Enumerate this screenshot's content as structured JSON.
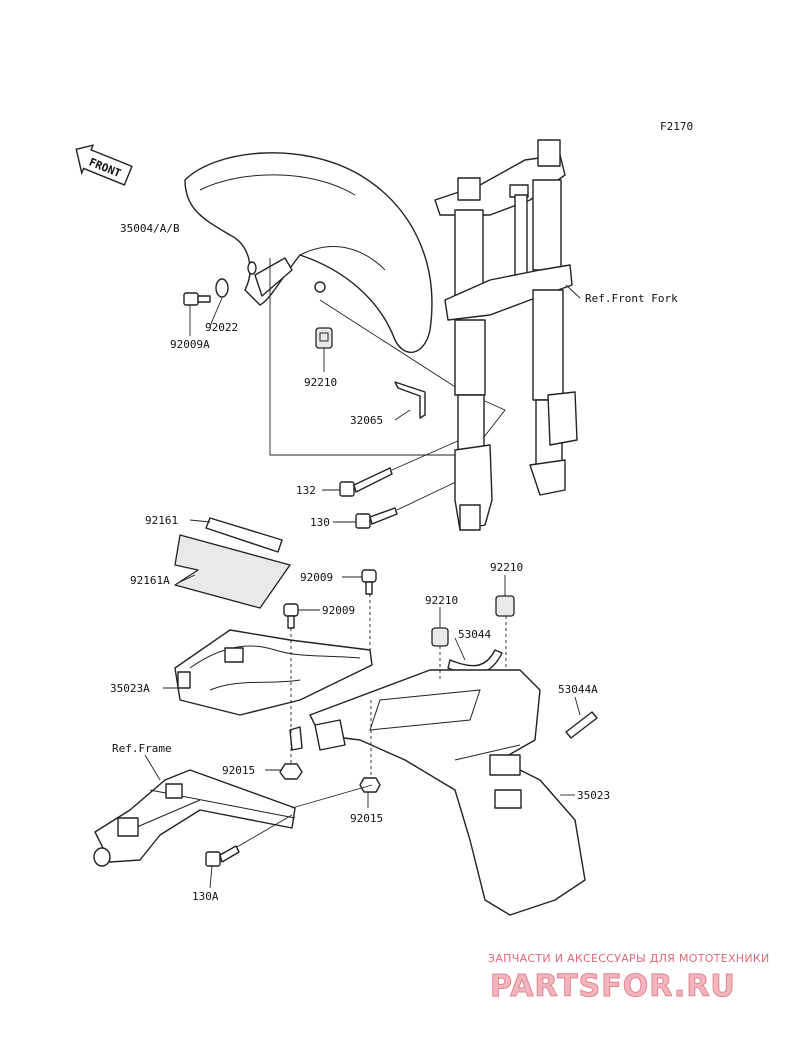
{
  "diagram": {
    "code": "F2170",
    "front_arrow": "FRONT",
    "labels": {
      "p35004": "35004/A/B",
      "p92022": "92022",
      "p92009A": "92009A",
      "p92210_top": "92210",
      "p32065": "32065",
      "p132": "132",
      "p130": "130",
      "ref_front_fork": "Ref.Front Fork",
      "p92161": "92161",
      "p92161A": "92161A",
      "p92009_a": "92009",
      "p92009_b": "92009",
      "p92210_r": "92210",
      "p92210_m": "92210",
      "p53044": "53044",
      "p53044A": "53044A",
      "p35023A": "35023A",
      "ref_frame": "Ref.Frame",
      "p92015_l": "92015",
      "p92015_r": "92015",
      "p35023": "35023",
      "p130A": "130A"
    }
  },
  "watermark": {
    "tagline": "ЗАПЧАСТИ И АКСЕССУАРЫ ДЛЯ МОТОТЕХНИКИ",
    "logo": "PARTSFOR.RU"
  },
  "colors": {
    "line": "#222222",
    "watermark_text": "#e06a78",
    "watermark_logo": "#f3b5bd"
  }
}
